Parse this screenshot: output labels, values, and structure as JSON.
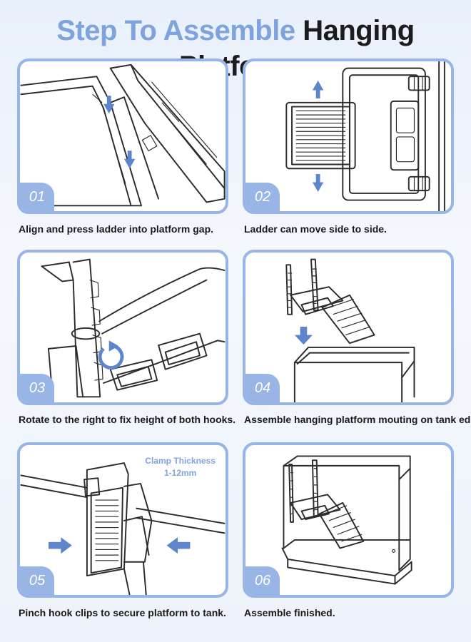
{
  "title": {
    "part1": "Step To Assemble",
    "part2": "Hanging Platform"
  },
  "colors": {
    "accent": "#98b5e6",
    "title_accent": "#7fa3de",
    "arrow": "#5d85cc",
    "text": "#1a1a1a"
  },
  "steps": [
    {
      "number": "01",
      "caption": "Align and press ladder into platform gap."
    },
    {
      "number": "02",
      "caption": "Ladder can move side to side."
    },
    {
      "number": "03",
      "caption": "Rotate to the right to fix height of both hooks."
    },
    {
      "number": "04",
      "caption": "Assemble hanging platform mouting on tank edge."
    },
    {
      "number": "05",
      "caption": "Pinch hook clips to secure platform to tank."
    },
    {
      "number": "06",
      "caption": "Assemble finished."
    }
  ],
  "clamp": {
    "label": "Clamp Thickness",
    "range": "1-12mm"
  }
}
